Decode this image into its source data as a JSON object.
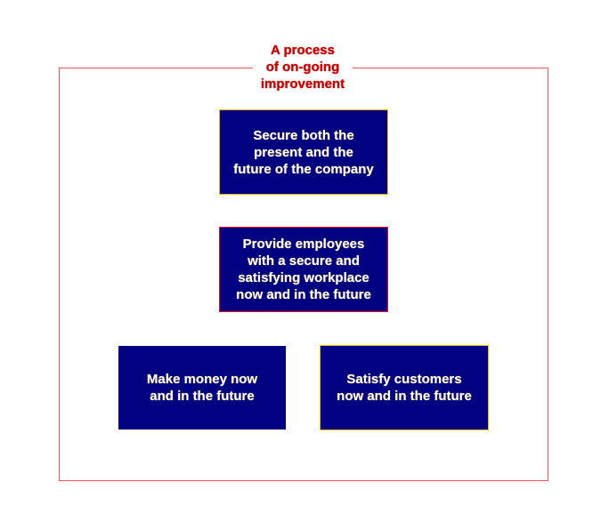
{
  "diagram": {
    "frame_title": "A process\nof on-going\nimprovement",
    "colors": {
      "frame": "#f0555a",
      "title": "#cc0000",
      "box_fill": "#000080",
      "box_text": "#ffffff",
      "box_border_gold": "#f0c000",
      "box_border_red": "#e01020"
    },
    "boxes": [
      {
        "id": "top",
        "text": "Secure both the\npresent and the\nfuture of the company"
      },
      {
        "id": "middle",
        "text": "Provide employees\nwith a secure and\nsatisfying workplace\nnow and in the future"
      },
      {
        "id": "bottom-left",
        "text": "Make money now\nand in the future"
      },
      {
        "id": "bottom-right",
        "text": "Satisfy customers\nnow and in the future"
      }
    ]
  }
}
